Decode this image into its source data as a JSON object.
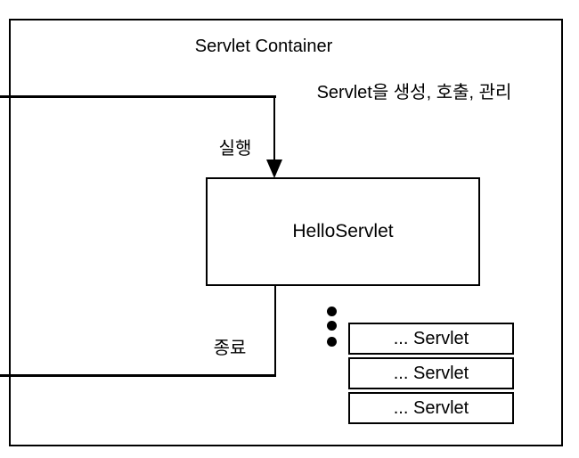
{
  "diagram": {
    "title": "Servlet Container",
    "note": "Servlet을 생성, 호출, 관리",
    "labels": {
      "execute": "실행",
      "terminate": "종료"
    },
    "main_box": "HelloServlet",
    "servlet_items": [
      "... Servlet",
      "... Servlet",
      "... Servlet"
    ],
    "icons": {
      "arrow_down": "arrow-down-icon",
      "ellipsis_dots": "vertical-ellipsis"
    },
    "colors": {
      "stroke": "#000000",
      "background": "#ffffff"
    }
  }
}
